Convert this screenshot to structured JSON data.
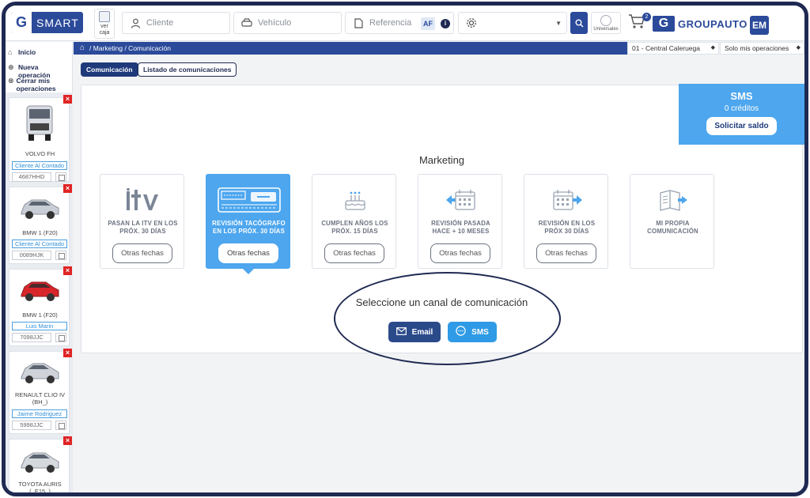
{
  "header": {
    "logo_letter": "G",
    "logo_text": "SMART",
    "ver_caja": "ver caja",
    "cliente_placeholder": "Cliente",
    "vehiculo_placeholder": "Vehículo",
    "referencia_placeholder": "Referencia",
    "af_badge": "AF",
    "info_badge": "i",
    "universales": "Universales",
    "cart_count": "2",
    "brand_letter": "G",
    "brand": "GROUPAUTO",
    "user_initials": "EM"
  },
  "sidebar": {
    "inicio": "Inicio",
    "nueva_operacion": "Nueva operación",
    "cerrar_mis_operaciones": "Cerrar mis operaciones",
    "operations": [
      {
        "vehicle": "VOLVO FH",
        "client": "Cliente Al Contado",
        "plate": "4687HHD"
      },
      {
        "vehicle": "BMW 1 (F20)",
        "client": "Cliente Al Contado",
        "plate": "0089HJK"
      },
      {
        "vehicle": "BMW 1 (F20)",
        "client": "Luis Marin",
        "plate": "7098JJC"
      },
      {
        "vehicle": "RENAULT CLIO IV (BH_)",
        "client": "Jaime Rodriguez",
        "plate": "5998JJC"
      },
      {
        "vehicle": "TOYOTA AURIS (_E15_)",
        "client": "",
        "plate": ""
      }
    ]
  },
  "breadcrumb": {
    "path": "/ Marketing / Comunicación",
    "store_select": "01 - Central Caleruega",
    "ops_select": "Solo mis operaciones"
  },
  "tabs": {
    "comunicacion": "Comunicación",
    "listado": "Listado de comunicaciones"
  },
  "sms_panel": {
    "title": "SMS",
    "credits": "0 créditos",
    "button": "Solicitar saldo"
  },
  "marketing": {
    "title": "Marketing",
    "other_dates_label": "Otras fechas",
    "options": [
      {
        "label": "PASAN LA ITV EN LOS PRÓX. 30 DÍAS",
        "icon": "itv-icon",
        "has_button": true
      },
      {
        "label": "REVISIÓN TACÓGRAFO EN LOS PRÓX. 30 DÍAS",
        "icon": "tachograph-icon",
        "has_button": true
      },
      {
        "label": "CUMPLEN AÑOS LOS PRÓX. 15 DÍAS",
        "icon": "birthday-cake-icon",
        "has_button": true
      },
      {
        "label": "REVISIÓN PASADA HACE + 10 MESES",
        "icon": "calendar-back-icon",
        "has_button": true
      },
      {
        "label": "REVISIÓN EN LOS PRÓX 30 DÍAS",
        "icon": "calendar-forward-icon",
        "has_button": true
      },
      {
        "label": "MI PROPIA COMUNICACIÓN",
        "icon": "custom-message-icon",
        "has_button": false
      }
    ],
    "active_option": 1
  },
  "channel": {
    "title": "Seleccione un canal de comunicación",
    "email": "Email",
    "sms": "SMS"
  },
  "colors": {
    "primary": "#2b4a9a",
    "accent": "#4da6ee",
    "close": "#e02424"
  }
}
